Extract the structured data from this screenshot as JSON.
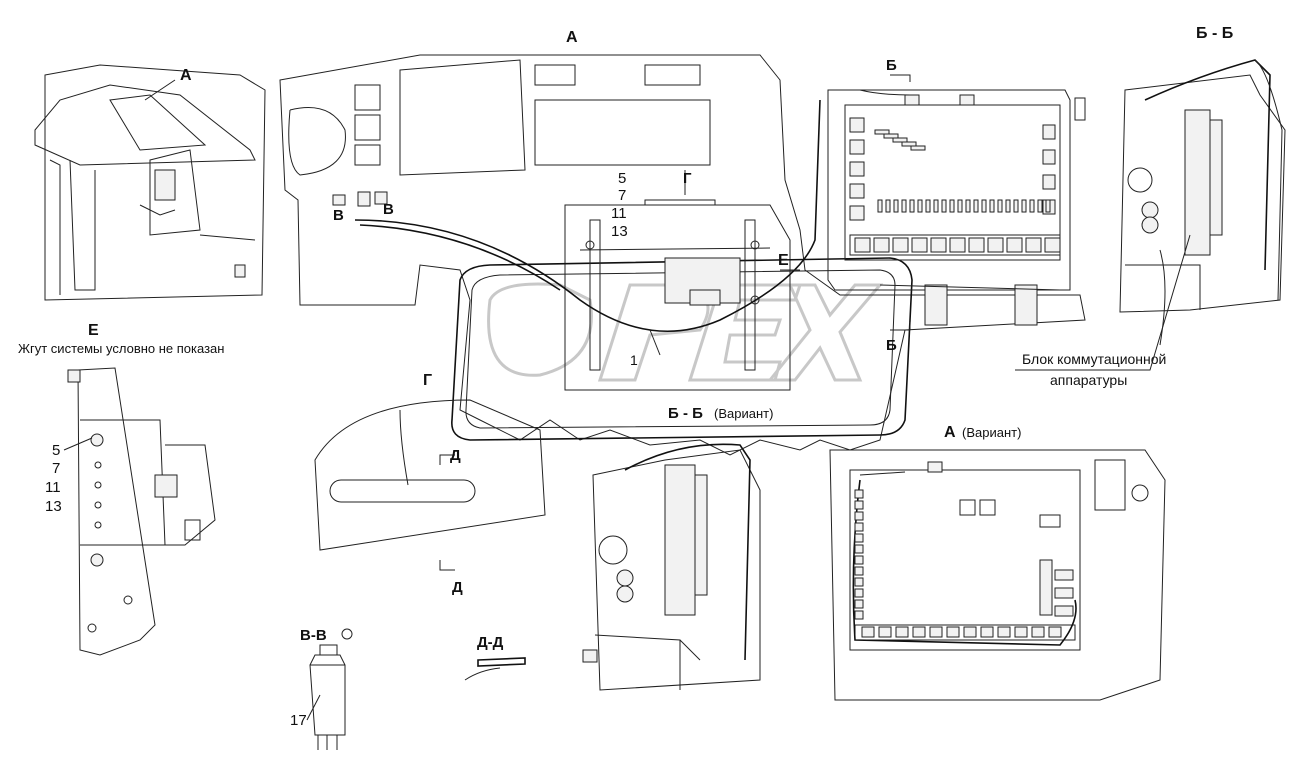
{
  "views": {
    "view_a_top": "А",
    "view_a_arrow": "А",
    "section_b_top": "Б",
    "section_b_bottom": "Б",
    "view_v_left": "В",
    "view_v_right": "В",
    "view_g": "Г",
    "view_g_title": "Г",
    "arrow_e": "Е",
    "section_bb_title": "Б - Б",
    "section_bb_variant": "Б - Б",
    "variant_word_1": "(Вариант)",
    "view_a_variant": "А",
    "variant_word_2": "(Вариант)",
    "section_d_top": "Д",
    "section_d_bottom": "Д",
    "section_dd_title": "Д-Д",
    "section_vv_title": "В-В",
    "view_e_title": "Е"
  },
  "notes": {
    "harness_note": "Жгут системы условно не показан",
    "unit_line1": "Блок коммутационной",
    "unit_line2": "аппаратуры"
  },
  "callouts": {
    "main_stack": [
      "5",
      "7",
      "11",
      "13"
    ],
    "e_stack": [
      "5",
      "7",
      "11",
      "13"
    ],
    "item_1": "1",
    "item_17": "17"
  },
  "watermark": "OPEX",
  "colors": {
    "line": "#222222",
    "watermark": "#c8c8c8",
    "background": "#ffffff"
  }
}
